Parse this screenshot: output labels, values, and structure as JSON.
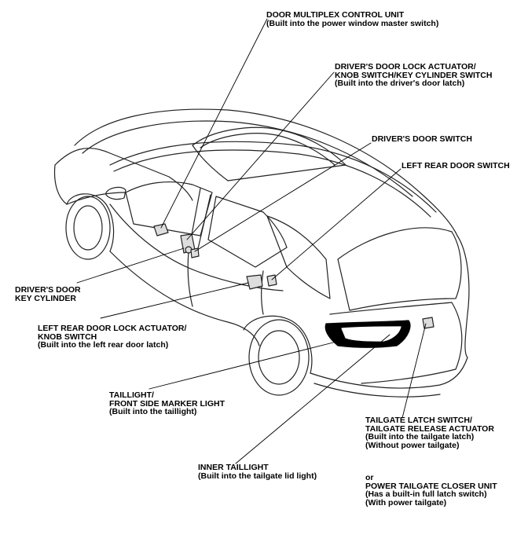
{
  "labels": {
    "door_mux": {
      "line1": "DOOR MULTIPLEX CONTROL UNIT",
      "line2": "(Built into the power window master switch)"
    },
    "drv_lock_actuator": {
      "line1": "DRIVER'S DOOR LOCK ACTUATOR/",
      "line2": "KNOB SWITCH/KEY CYLINDER SWITCH",
      "line3": "(Built into the driver's door latch)"
    },
    "drv_door_switch": {
      "line1": "DRIVER'S DOOR SWITCH"
    },
    "lr_door_switch": {
      "line1": "LEFT REAR DOOR SWITCH"
    },
    "drv_key_cyl": {
      "line1": "DRIVER'S DOOR",
      "line2": "KEY CYLINDER"
    },
    "lr_lock_actuator": {
      "line1": "LEFT REAR DOOR LOCK ACTUATOR/",
      "line2": "KNOB SWITCH",
      "line3": "(Built into the left rear door latch)"
    },
    "taillight": {
      "line1": "TAILLIGHT/",
      "line2": "FRONT SIDE MARKER LIGHT",
      "line3": "(Built into the taillight)"
    },
    "tailgate_latch": {
      "line1": "TAILGATE LATCH SWITCH/",
      "line2": "TAILGATE RELEASE ACTUATOR",
      "line3": "(Built into the tailgate latch)",
      "line4": "(Without power tailgate)"
    },
    "inner_taillight": {
      "line1": "INNER TAILLIGHT",
      "line2": "(Built into the tailgate lid light)"
    },
    "closer_unit": {
      "line0": "or",
      "line1": "POWER TAILGATE CLOSER UNIT",
      "line2": "(Has a built-in full latch switch)",
      "line3": "(With power tailgate)"
    }
  }
}
